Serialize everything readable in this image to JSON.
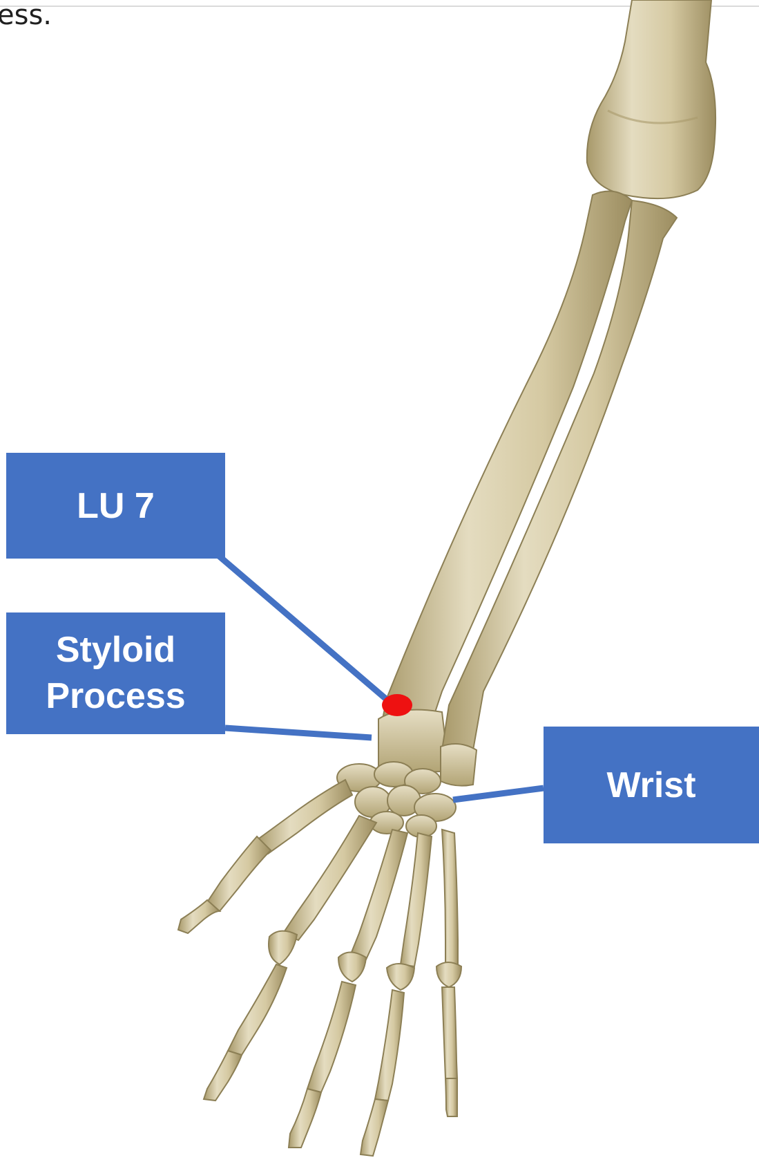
{
  "caption_fragment": "ess.",
  "labels": {
    "lu7": "LU 7",
    "styloid_line1": "Styloid",
    "styloid_line2": "Process",
    "wrist": "Wrist"
  },
  "colors": {
    "label_fill": "#4472c4",
    "label_text": "#ffffff",
    "acupoint": "#ee1111",
    "bone": "#d9cfae",
    "bone_shadow": "#a8996a"
  }
}
